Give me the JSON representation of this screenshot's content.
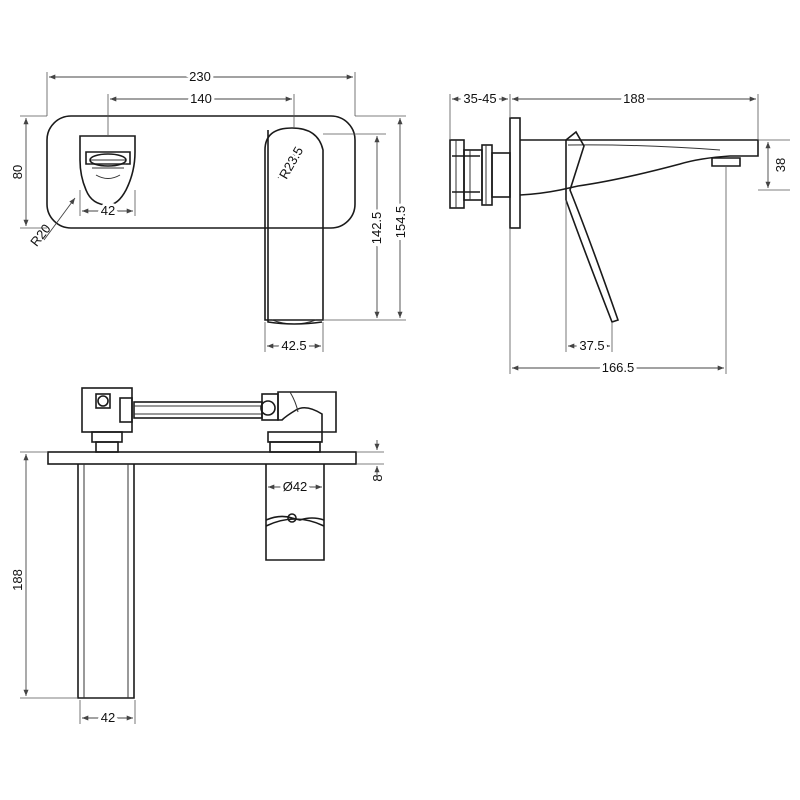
{
  "drawing": {
    "colors": {
      "line": "#1a1a1a",
      "dimension": "#444444",
      "background": "#ffffff"
    },
    "front_view": {
      "overall_width": "230",
      "center_distance": "140",
      "plate_height": "80",
      "handle_width": "42",
      "corner_radius": "R20",
      "spout_radius": "R23.5",
      "spout_drop_inner": "142.5",
      "spout_drop_outer": "154.5",
      "spout_width": "42.5"
    },
    "side_view": {
      "wall_depth": "35-45",
      "spout_projection": "188",
      "spout_height": "38",
      "lever_offset": "37.5",
      "overall_projection": "166.5"
    },
    "top_view": {
      "plate_thickness": "8",
      "handle_diameter": "Ø42",
      "body_length": "188",
      "body_width": "42"
    }
  }
}
